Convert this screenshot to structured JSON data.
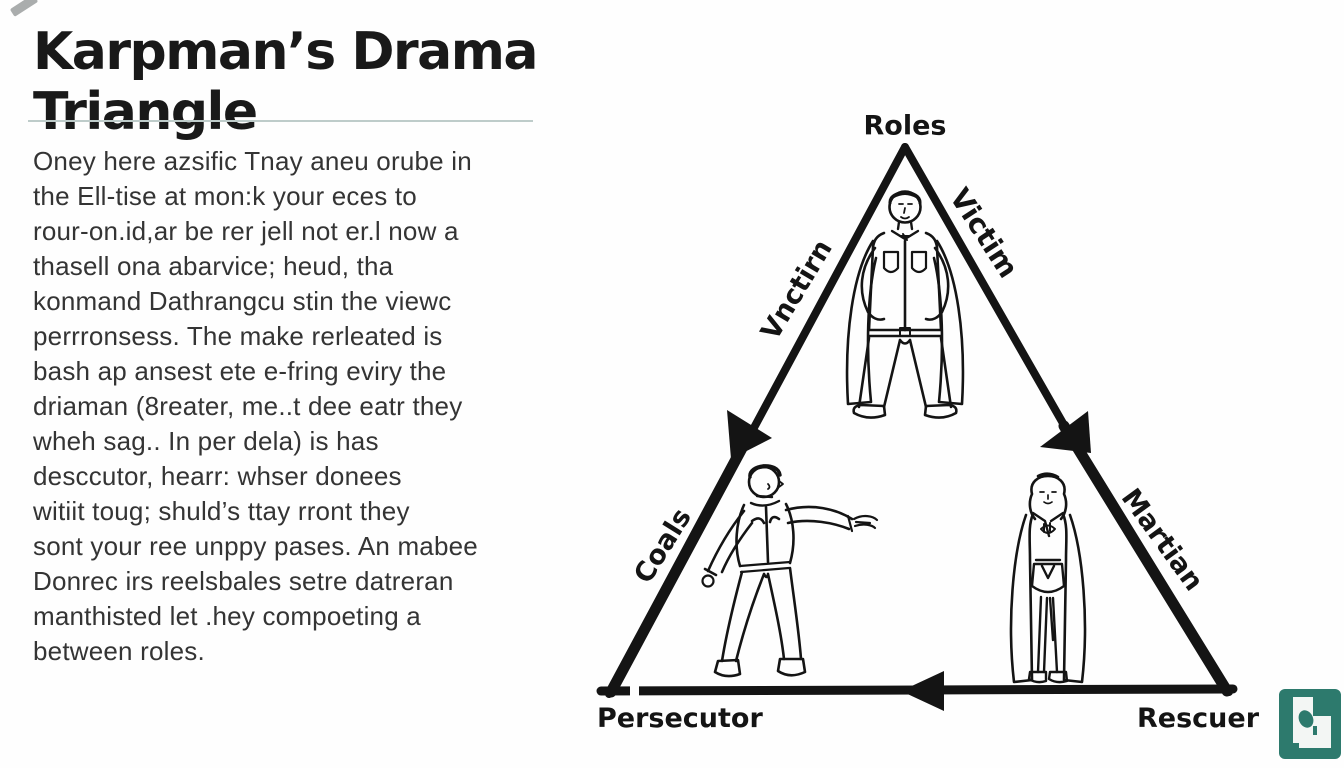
{
  "header": {
    "title": "Karpman’s Drama Triangle"
  },
  "article": {
    "body_text": "Oney here azsific Tnay aneu orube in\nthe Ell-tise at mon:k your eces to\nrour-on.id,ar be rer jell not er.l now a\nthasell ona abarvice; heud, tha\nkonmand Dathrangcu stin the viewc\nperrronsess.  The make rerleated is\nbash ap ansest ete e-fring eviry the\ndriaman (8reater, me..t dee eatr they\nwheh sag.. In per dela) is has\ndesccutor, hearr: whser donees\nwitiit toug; shuld’s ttay rront they\nsont your ree unppy pases. An mabee\nDonrec irs reelsbales setre datreran\nmanthisted let .hey compoeting a\nbetween roles."
  },
  "diagram": {
    "apex_label": "Roles",
    "edge_labels": {
      "upper_left": "Vnctirn",
      "upper_right": "Victim",
      "lower_left": "Coals",
      "lower_right": "Martian"
    },
    "corner_labels": {
      "bottom_left": "Persecutor",
      "bottom_right": "Rescuer"
    },
    "figures": {
      "top": "man-in-cape-figure",
      "bottom_left": "man-pointing-back-view-figure",
      "bottom_right": "woman-in-long-coat-figure"
    }
  },
  "branding": {
    "logo_icon": "teal-square-mark",
    "logo_color": "#2D7A6D"
  },
  "colors": {
    "background": "#FEFEFE",
    "ink": "#141414",
    "body_text": "#343434",
    "divider": "#BECCCA"
  }
}
